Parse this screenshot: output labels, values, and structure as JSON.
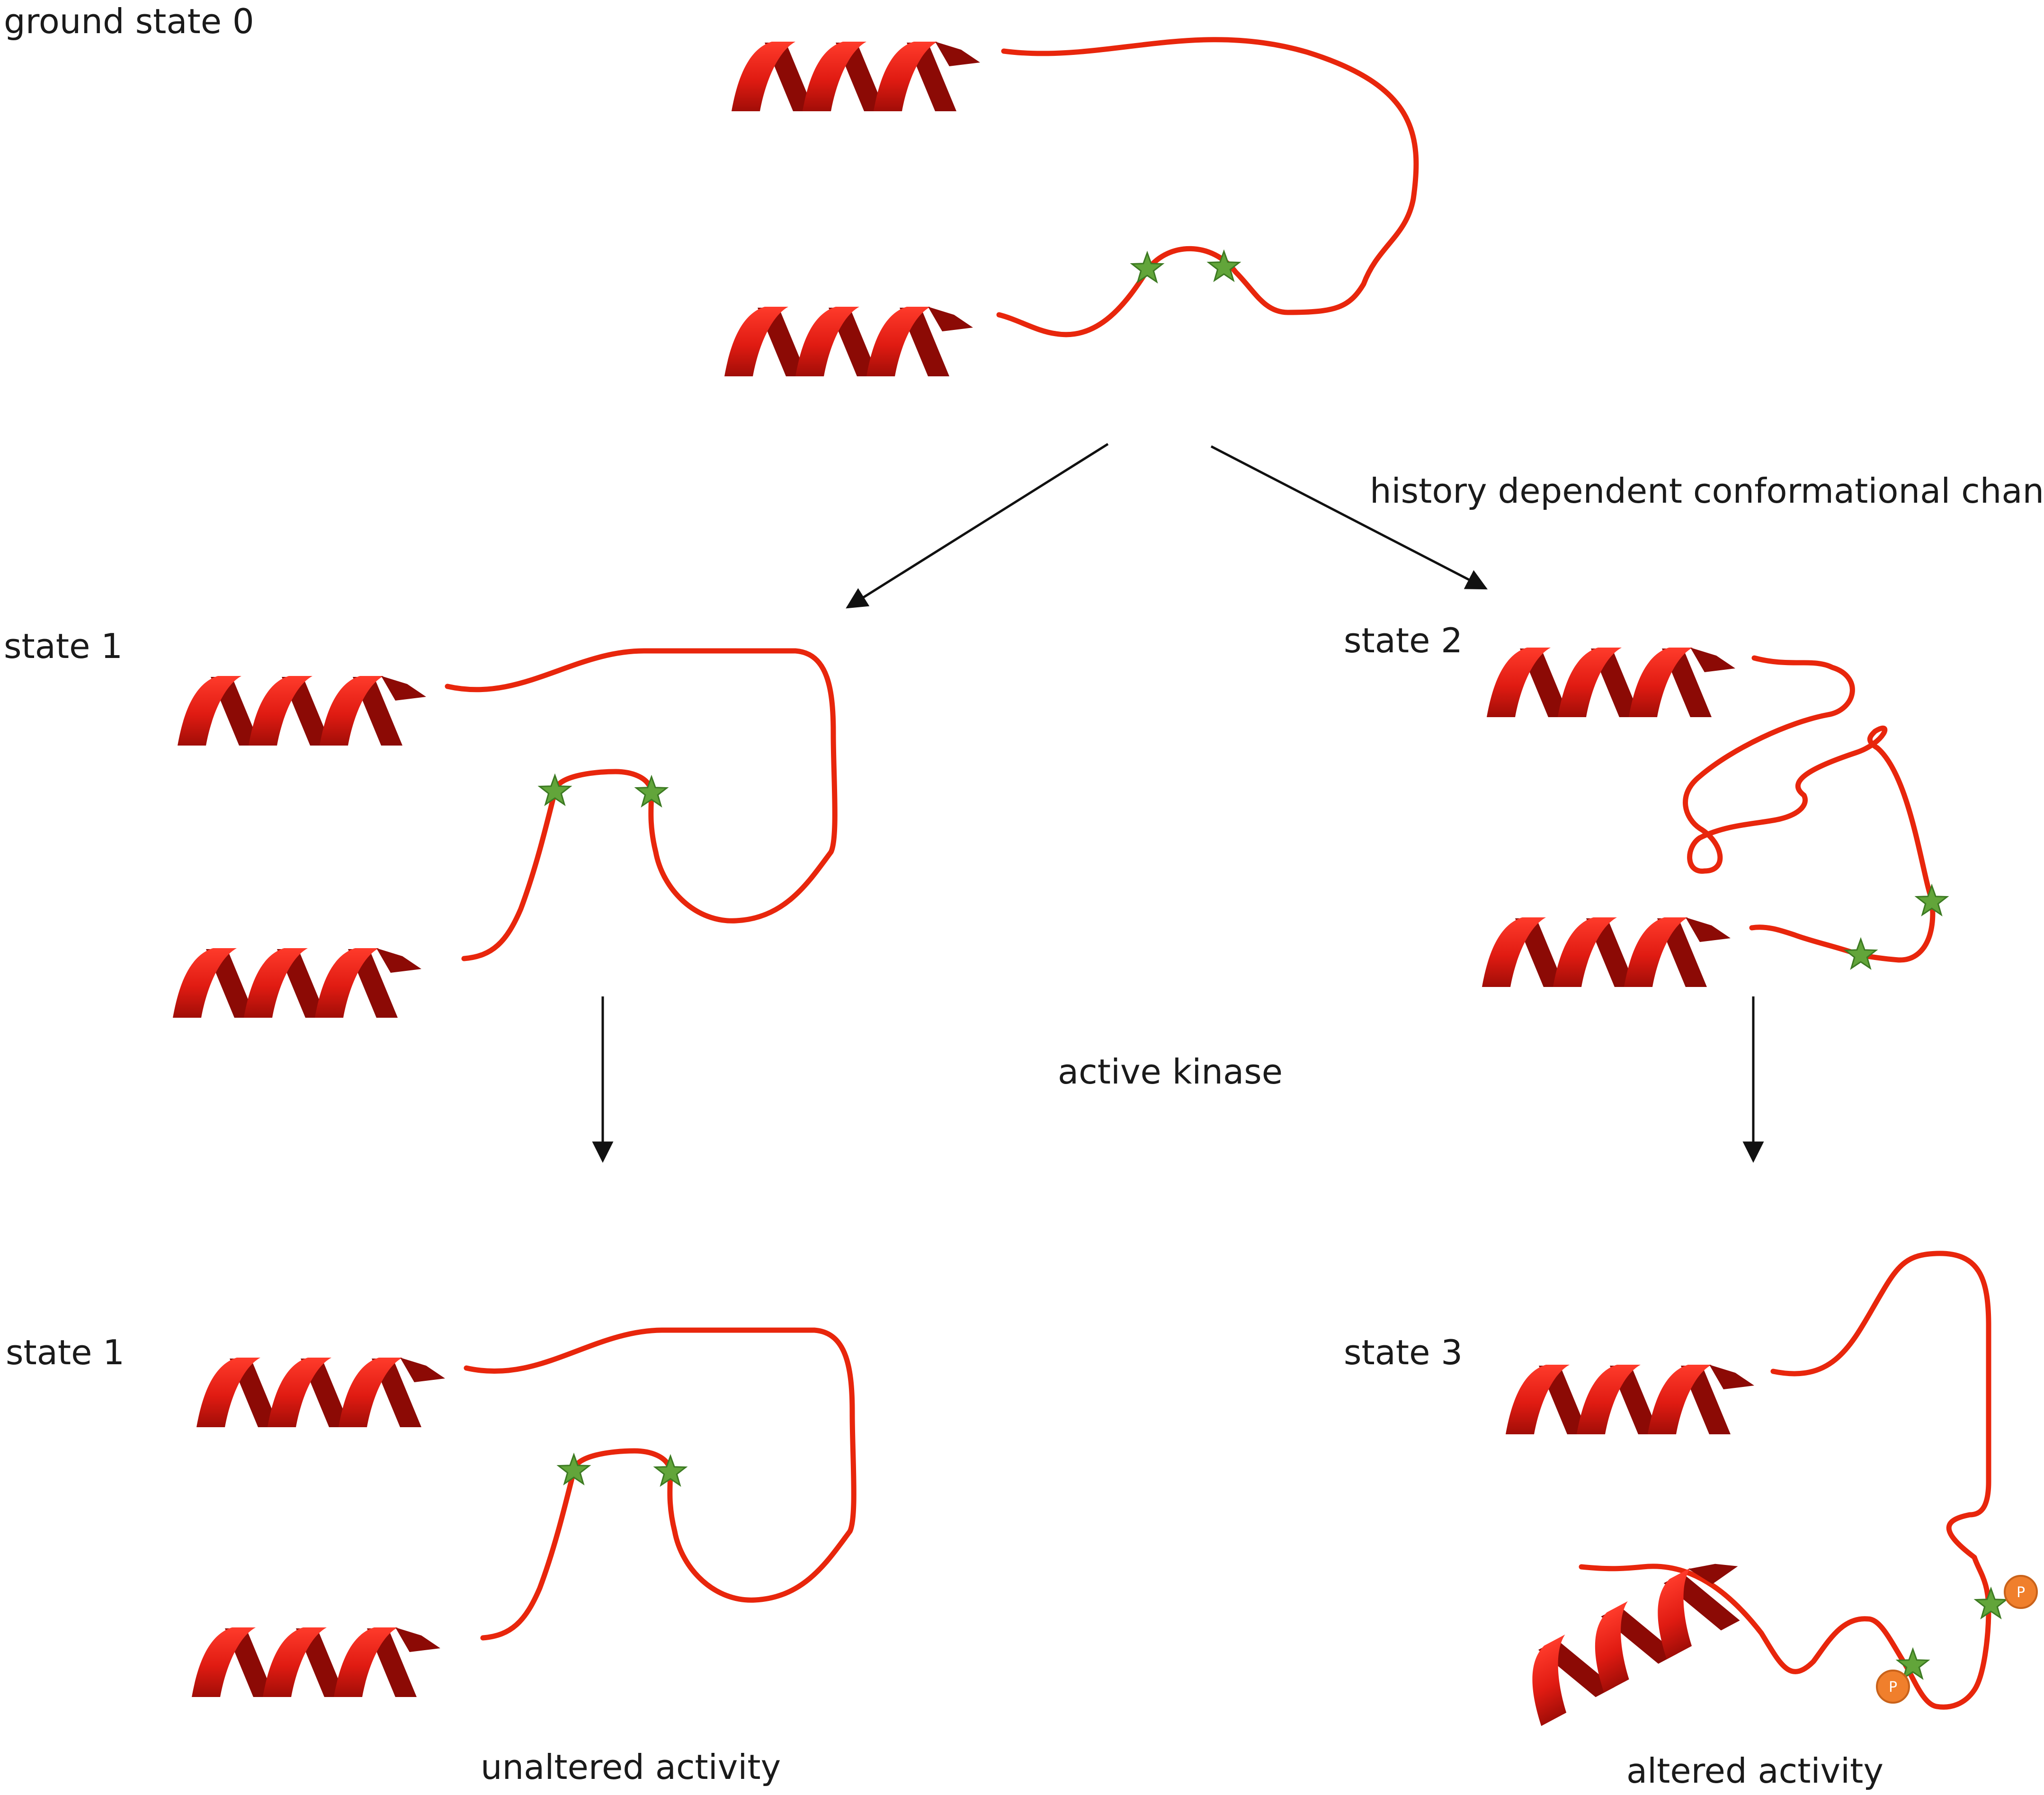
{
  "labels": {
    "ground_state": "ground state 0",
    "history": "history dependent conformational changes",
    "state1_top": "state 1",
    "state2": "state 2",
    "active_kinase": "active kinase",
    "state1_bottom": "state 1",
    "state3": "state 3",
    "unaltered": "unaltered activity",
    "altered": "altered activity"
  },
  "phospho_mark": "P",
  "colors": {
    "helix": "#e01b12",
    "helix_dark": "#8c0a05",
    "loop": "#e8260c",
    "star": "#62a53a",
    "star_edge": "#3c7a22",
    "phospho": "#f07f2c",
    "arrow": "#111111"
  }
}
